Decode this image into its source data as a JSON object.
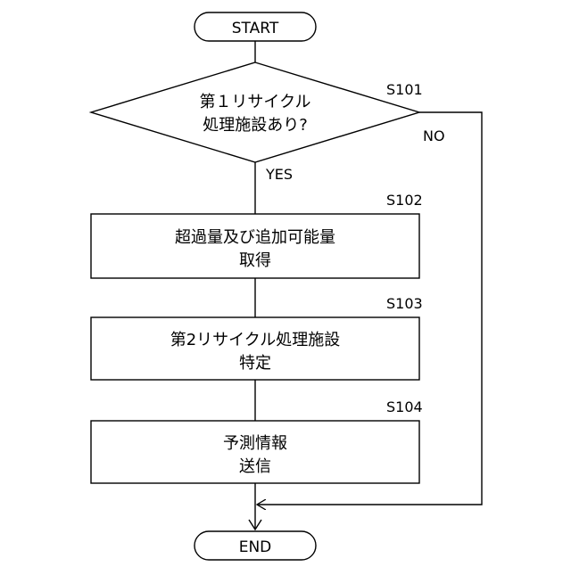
{
  "flowchart": {
    "start": "START",
    "end": "END",
    "decision": {
      "step": "S101",
      "line1": "第１リサイクル",
      "line2": "処理施設あり?",
      "yes": "YES",
      "no": "NO"
    },
    "steps": [
      {
        "id": "S102",
        "line1": "超過量及び追加可能量",
        "line2": "取得"
      },
      {
        "id": "S103",
        "line1": "第2リサイクル処理施設",
        "line2": "特定"
      },
      {
        "id": "S104",
        "line1": "予測情報",
        "line2": "送信"
      }
    ]
  }
}
